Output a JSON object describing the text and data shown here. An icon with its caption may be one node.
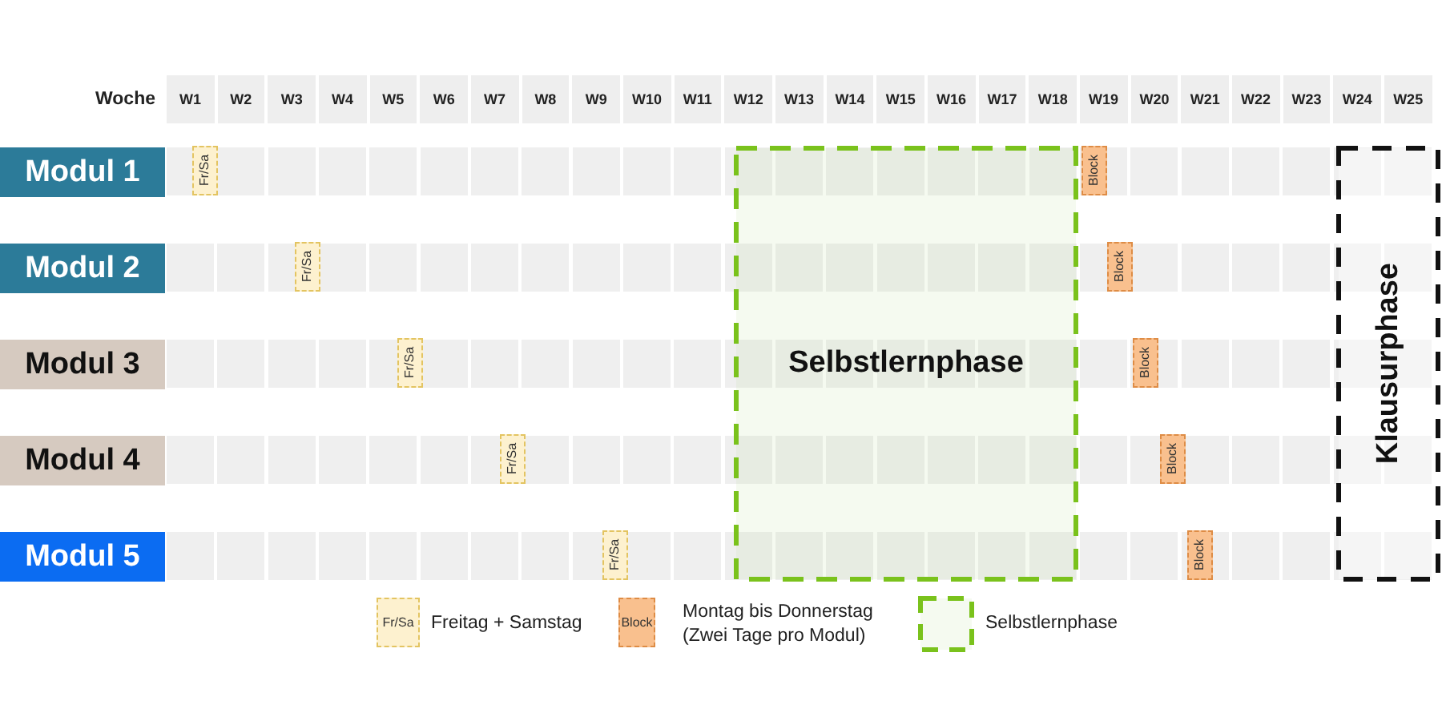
{
  "diagram": {
    "nodes": [
      {
        "text": [
          "Modul 1"
        ]
      },
      {
        "text": [
          "Fr/Sa"
        ]
      },
      {
        "text": [
          "Selbstlernphase"
        ]
      },
      {
        "text": [
          "Block"
        ]
      },
      {
        "text": [
          "Klausurphase"
        ]
      },
      {
        "text": [
          "Modul 2"
        ]
      },
      {
        "text": [
          "Fr/Sa"
        ]
      },
      {
        "text": [
          "Block"
        ]
      },
      {
        "text": [
          "Modul 3"
        ]
      },
      {
        "text": [
          "Fr/Sa"
        ]
      },
      {
        "text": [
          "Block"
        ]
      },
      {
        "text": [
          "Modul 4"
        ]
      },
      {
        "text": [
          "Fr/Sa"
        ]
      },
      {
        "text": [
          "Block"
        ]
      },
      {
        "text": [
          "Modul 5"
        ]
      },
      {
        "text": [
          "Fr/Sa"
        ]
      },
      {
        "text": [
          "Block"
        ]
      }
    ],
    "labels": [
      "Woche",
      "W1",
      "W2",
      "W3",
      "W4",
      "W5",
      "W6",
      "W7",
      "W8",
      "W9",
      "W10",
      "W11",
      "W12",
      "W13",
      "W14",
      "W15",
      "W16",
      "W17",
      "W18",
      "W19",
      "W20",
      "W21",
      "W22",
      "W23",
      "W24",
      "W25",
      "Fr/Sa",
      "Block"
    ],
    "legend": [
      {
        "text": "Freitag + Samstag",
        "color": "#fdf1cf"
      },
      {
        "text": "Montag bis Donnerstag (Zwei Tage pro Modul)",
        "color": "#f9c08e"
      },
      {
        "text": "Selbstlernphase"
      }
    ]
  }
}
